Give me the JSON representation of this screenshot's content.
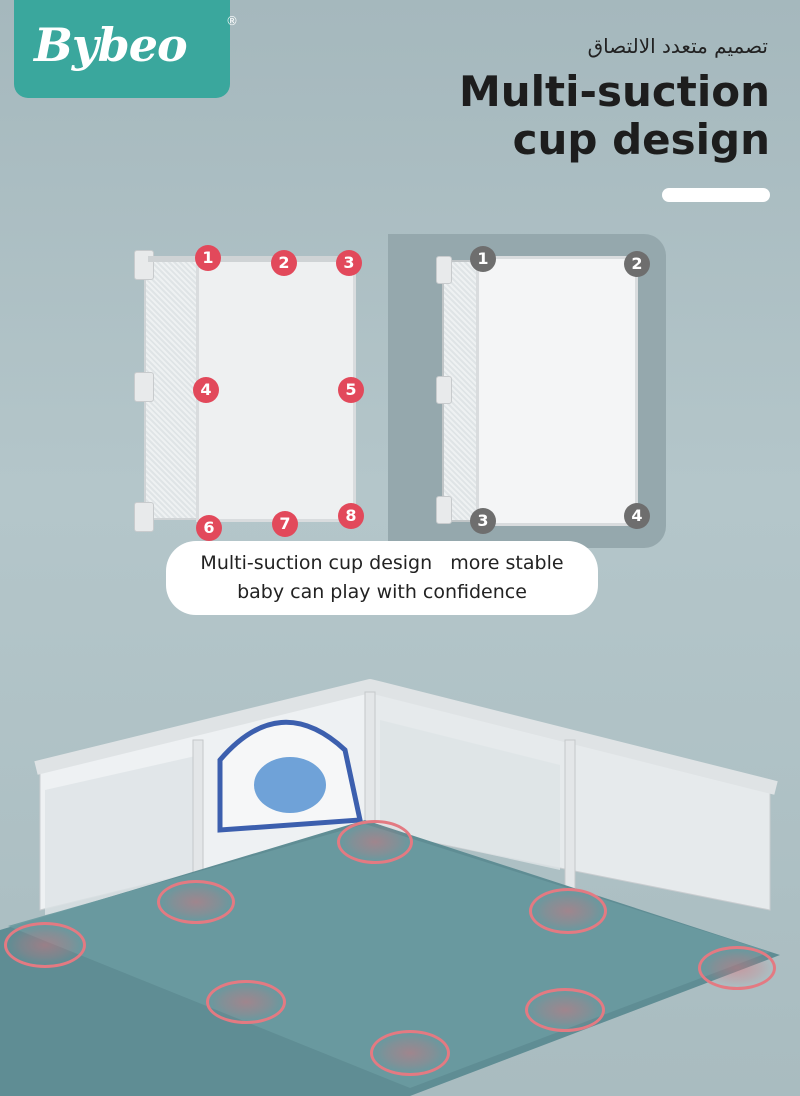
{
  "brand": {
    "name": "Bybeo",
    "registered_mark": "®",
    "colors": {
      "logo_bg": "#3aa79d",
      "accent_red": "#e2495b",
      "accent_grey": "#6e6e6e"
    }
  },
  "heading": {
    "arabic": "تصميم متعدد الالتصاق",
    "title_line1": "Multi-suction",
    "title_line2": "cup design"
  },
  "diagram_left": {
    "markers": [
      "1",
      "2",
      "3",
      "4",
      "5",
      "6",
      "7",
      "8"
    ]
  },
  "diagram_right": {
    "markers": [
      "1",
      "2",
      "3",
      "4"
    ]
  },
  "caption": {
    "line1": "Multi-suction cup design   more stable",
    "line2": "baby can play with confidence"
  },
  "icons": {
    "suction_cup": "suction-ring-icon",
    "marker": "number-badge-icon"
  }
}
